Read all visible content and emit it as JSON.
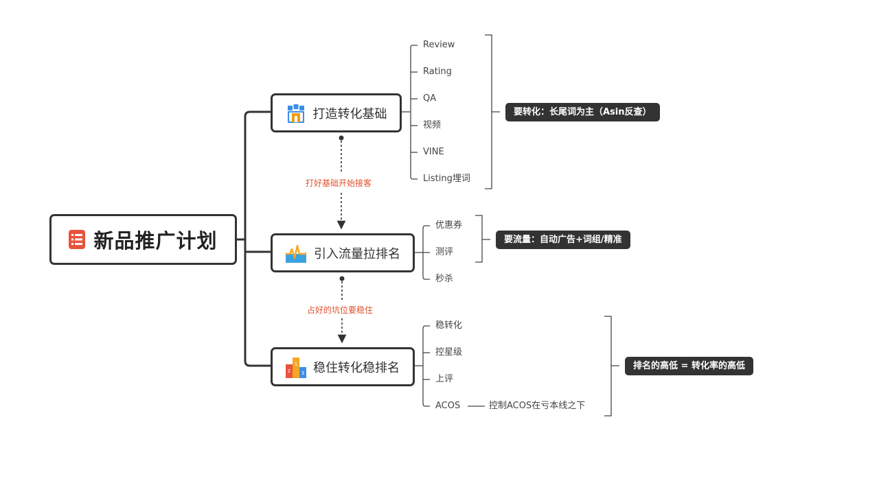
{
  "root": {
    "title": "新品推广计划",
    "icon": "list-icon",
    "icon_color": "#e8533b"
  },
  "branches": [
    {
      "title": "打造转化基础",
      "icon": "blocks-icon",
      "leaves": [
        "Review",
        "Rating",
        "QA",
        "视频",
        "VINE",
        "Listing埋词"
      ],
      "summary": "要转化：长尾词为主（Asin反查）"
    },
    {
      "title": "引入流量拉排名",
      "icon": "traffic-wave-icon",
      "leaves": [
        "优惠券",
        "测评",
        "秒杀"
      ],
      "summary": "要流量：自动广告+词组/精准"
    },
    {
      "title": "稳住转化稳排名",
      "icon": "podium-icon",
      "leaves": [
        "稳转化",
        "控星级",
        "上评",
        "ACOS"
      ],
      "leaf_detail": "控制ACOS在亏本线之下",
      "summary": "排名的高低 = 转化率的高低"
    }
  ],
  "relations": [
    {
      "label": "打好基础开始接客"
    },
    {
      "label": "占好的坑位要稳住"
    }
  ],
  "colors": {
    "line": "#333333",
    "relation_text": "#e0522c",
    "note_bg": "#333333"
  }
}
